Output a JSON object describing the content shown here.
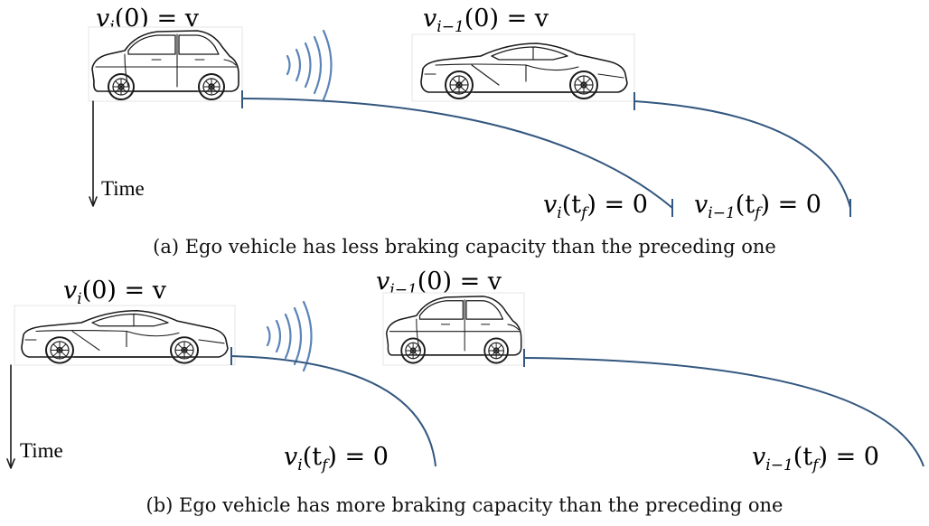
{
  "panel_a": {
    "caption": "(a) Ego vehicle has less braking capacity than the preceding one",
    "time_label": "Time",
    "ego_car_icon": "hatchback-car",
    "lead_car_icon": "sports-car",
    "signal_icon": "wireless-signal",
    "ego_label": {
      "v": "v",
      "sub": "i",
      "arg": "(0)",
      "rhs": " = v"
    },
    "lead_label": {
      "v": "v",
      "sub": "i−1",
      "arg": "(0)",
      "rhs": " = v"
    },
    "ego_stop_label": {
      "v": "v",
      "sub": "i",
      "arg_open": "(t",
      "arg_sub": "f",
      "arg_close": ")",
      "rhs": " = 0"
    },
    "lead_stop_label": {
      "v": "v",
      "sub": "i−1",
      "arg_open": "(t",
      "arg_sub": "f",
      "arg_close": ")",
      "rhs": " = 0"
    }
  },
  "panel_b": {
    "caption": "(b) Ego vehicle has more braking capacity than the preceding one",
    "time_label": "Time",
    "ego_car_icon": "sports-car",
    "lead_car_icon": "hatchback-car",
    "signal_icon": "wireless-signal",
    "ego_label": {
      "v": "v",
      "sub": "i",
      "arg": "(0)",
      "rhs": " = v"
    },
    "lead_label": {
      "v": "v",
      "sub": "i−1",
      "arg": "(0)",
      "rhs": " = v"
    },
    "ego_stop_label": {
      "v": "v",
      "sub": "i",
      "arg_open": "(t",
      "arg_sub": "f",
      "arg_close": ")",
      "rhs": " = 0"
    },
    "lead_stop_label": {
      "v": "v",
      "sub": "i−1",
      "arg_open": "(t",
      "arg_sub": "f",
      "arg_close": ")",
      "rhs": " = 0"
    }
  },
  "colors": {
    "trajectory": "#33577f",
    "signal": "#5b84b8",
    "ink": "#1a1a1a"
  }
}
